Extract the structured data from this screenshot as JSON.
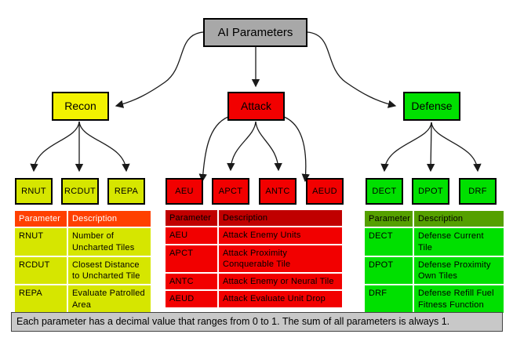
{
  "root": {
    "label": "AI Parameters"
  },
  "categories": [
    {
      "id": "recon",
      "label": "Recon"
    },
    {
      "id": "attack",
      "label": "Attack"
    },
    {
      "id": "defense",
      "label": "Defense"
    }
  ],
  "leaves": {
    "recon": [
      "RNUT",
      "RCDUT",
      "REPA"
    ],
    "attack": [
      "AEU",
      "APCT",
      "ANTC",
      "AEUD"
    ],
    "defense": [
      "DECT",
      "DPOT",
      "DRF"
    ]
  },
  "tables": {
    "headers": {
      "param": "Parameter",
      "desc": "Description"
    },
    "recon": {
      "rows": [
        {
          "param": "RNUT",
          "desc": "Number of Uncharted Tiles"
        },
        {
          "param": "RCDUT",
          "desc": "Closest Distance to Uncharted Tile"
        },
        {
          "param": "REPA",
          "desc": "Evaluate Patrolled Area"
        }
      ]
    },
    "attack": {
      "rows": [
        {
          "param": "AEU",
          "desc": "Attack Enemy Units"
        },
        {
          "param": "APCT",
          "desc": "Attack Proximity Conquerable Tile"
        },
        {
          "param": "ANTC",
          "desc": "Attack Enemy or Neural Tile"
        },
        {
          "param": "AEUD",
          "desc": "Attack Evaluate Unit Drop"
        }
      ]
    },
    "defense": {
      "rows": [
        {
          "param": "DECT",
          "desc": "Defense Current Tile"
        },
        {
          "param": "DPOT",
          "desc": "Defense Proximity Own Tiles"
        },
        {
          "param": "DRF",
          "desc": "Defense Refill Fuel Fitness Function"
        }
      ]
    }
  },
  "footer": {
    "text": "Each parameter has a decimal value that ranges from 0 to 1. The sum of all parameters is always 1."
  },
  "colors": {
    "root_box": "#a8a8a8",
    "recon_box": "#f2f200",
    "recon_leaf": "#d6e600",
    "recon_header": "#ff4000",
    "attack_box": "#f20000",
    "attack_header": "#c00000",
    "defense_box": "#00e000",
    "defense_header": "#55a000",
    "footer_bar": "#c8c8c8",
    "connector": "#1a1a1a"
  }
}
